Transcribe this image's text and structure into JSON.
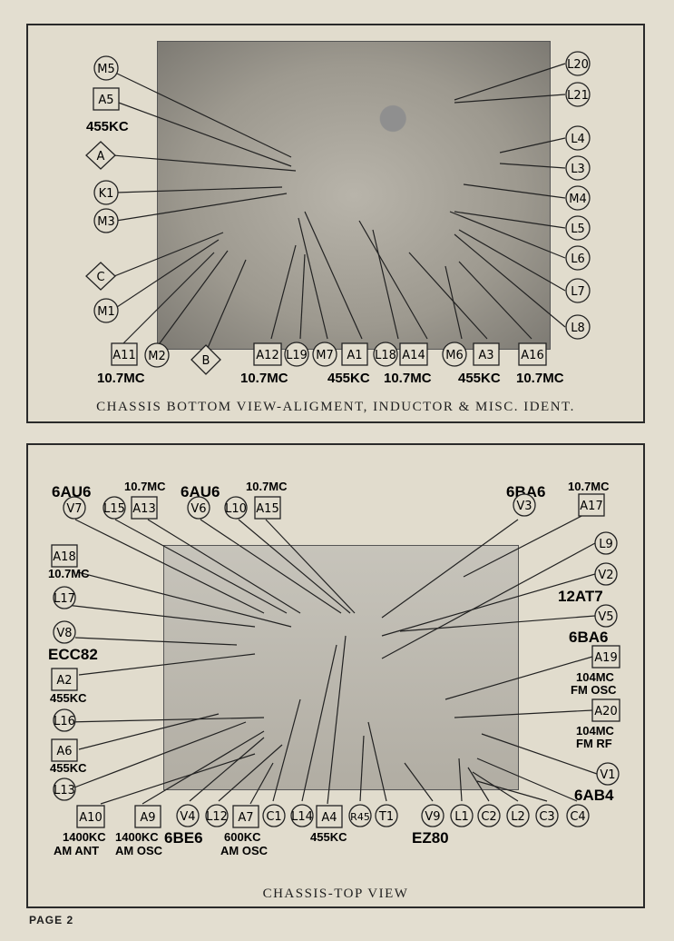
{
  "page_label": "PAGE 2",
  "bottom_view": {
    "caption": "CHASSIS BOTTOM VIEW-ALIGMENT, INDUCTOR & MISC. IDENT.",
    "callouts": {
      "M5": "M5",
      "A5": "A5",
      "A": "A",
      "K1": "K1",
      "M3": "M3",
      "C": "C",
      "M1": "M1",
      "A11": "A11",
      "M2": "M2",
      "B": "B",
      "A12": "A12",
      "L19": "L19",
      "M7": "M7",
      "A1": "A1",
      "L18": "L18",
      "A14": "A14",
      "M6": "M6",
      "A3": "A3",
      "A16": "A16",
      "L20": "L20",
      "L21": "L21",
      "L4": "L4",
      "L3": "L3",
      "M4": "M4",
      "L5": "L5",
      "L6": "L6",
      "L7": "L7",
      "L8": "L8"
    },
    "freq": {
      "a5": "455KC",
      "a11": "10.7MC",
      "a12": "10.7MC",
      "a1": "455KC",
      "a14": "10.7MC",
      "a3": "455KC",
      "a16": "10.7MC"
    }
  },
  "top_view": {
    "caption": "CHASSIS-TOP VIEW",
    "callouts": {
      "V7": "V7",
      "L15": "L15",
      "A13": "A13",
      "V6": "V6",
      "L10": "L10",
      "A15": "A15",
      "V3": "V3",
      "A17": "A17",
      "A18": "A18",
      "L17": "L17",
      "V8": "V8",
      "A2": "A2",
      "L16": "L16",
      "A6": "A6",
      "L13": "L13",
      "A10": "A10",
      "A9": "A9",
      "V4": "V4",
      "L12": "L12",
      "A7": "A7",
      "C1": "C1",
      "L14": "L14",
      "A4": "A4",
      "R45": "R45",
      "T1": "T1",
      "V9": "V9",
      "L1": "L1",
      "C2": "C2",
      "L2": "L2",
      "C3": "C3",
      "C4": "C4",
      "L9": "L9",
      "V2": "V2",
      "V5": "V5",
      "A19": "A19",
      "A20": "A20",
      "V1": "V1"
    },
    "tubes": {
      "v7": "6AU6",
      "v6": "6AU6",
      "v3": "6BA6",
      "v8": "ECC82",
      "v2": "12AT7",
      "v5": "6BA6",
      "v4": "6BE6",
      "v9": "EZ80",
      "v1": "6AB4"
    },
    "freq": {
      "a13": "10.7MC",
      "a15": "10.7MC",
      "a17": "10.7MC",
      "a18": "10.7MC",
      "a2": "455KC",
      "a6": "455KC",
      "a10_1": "1400KC",
      "a10_2": "AM ANT",
      "a9_1": "1400KC",
      "a9_2": "AM OSC",
      "a7_1": "600KC",
      "a7_2": "AM OSC",
      "a4": "455KC",
      "a19_1": "104MC",
      "a19_2": "FM OSC",
      "a20_1": "104MC",
      "a20_2": "FM RF"
    }
  }
}
